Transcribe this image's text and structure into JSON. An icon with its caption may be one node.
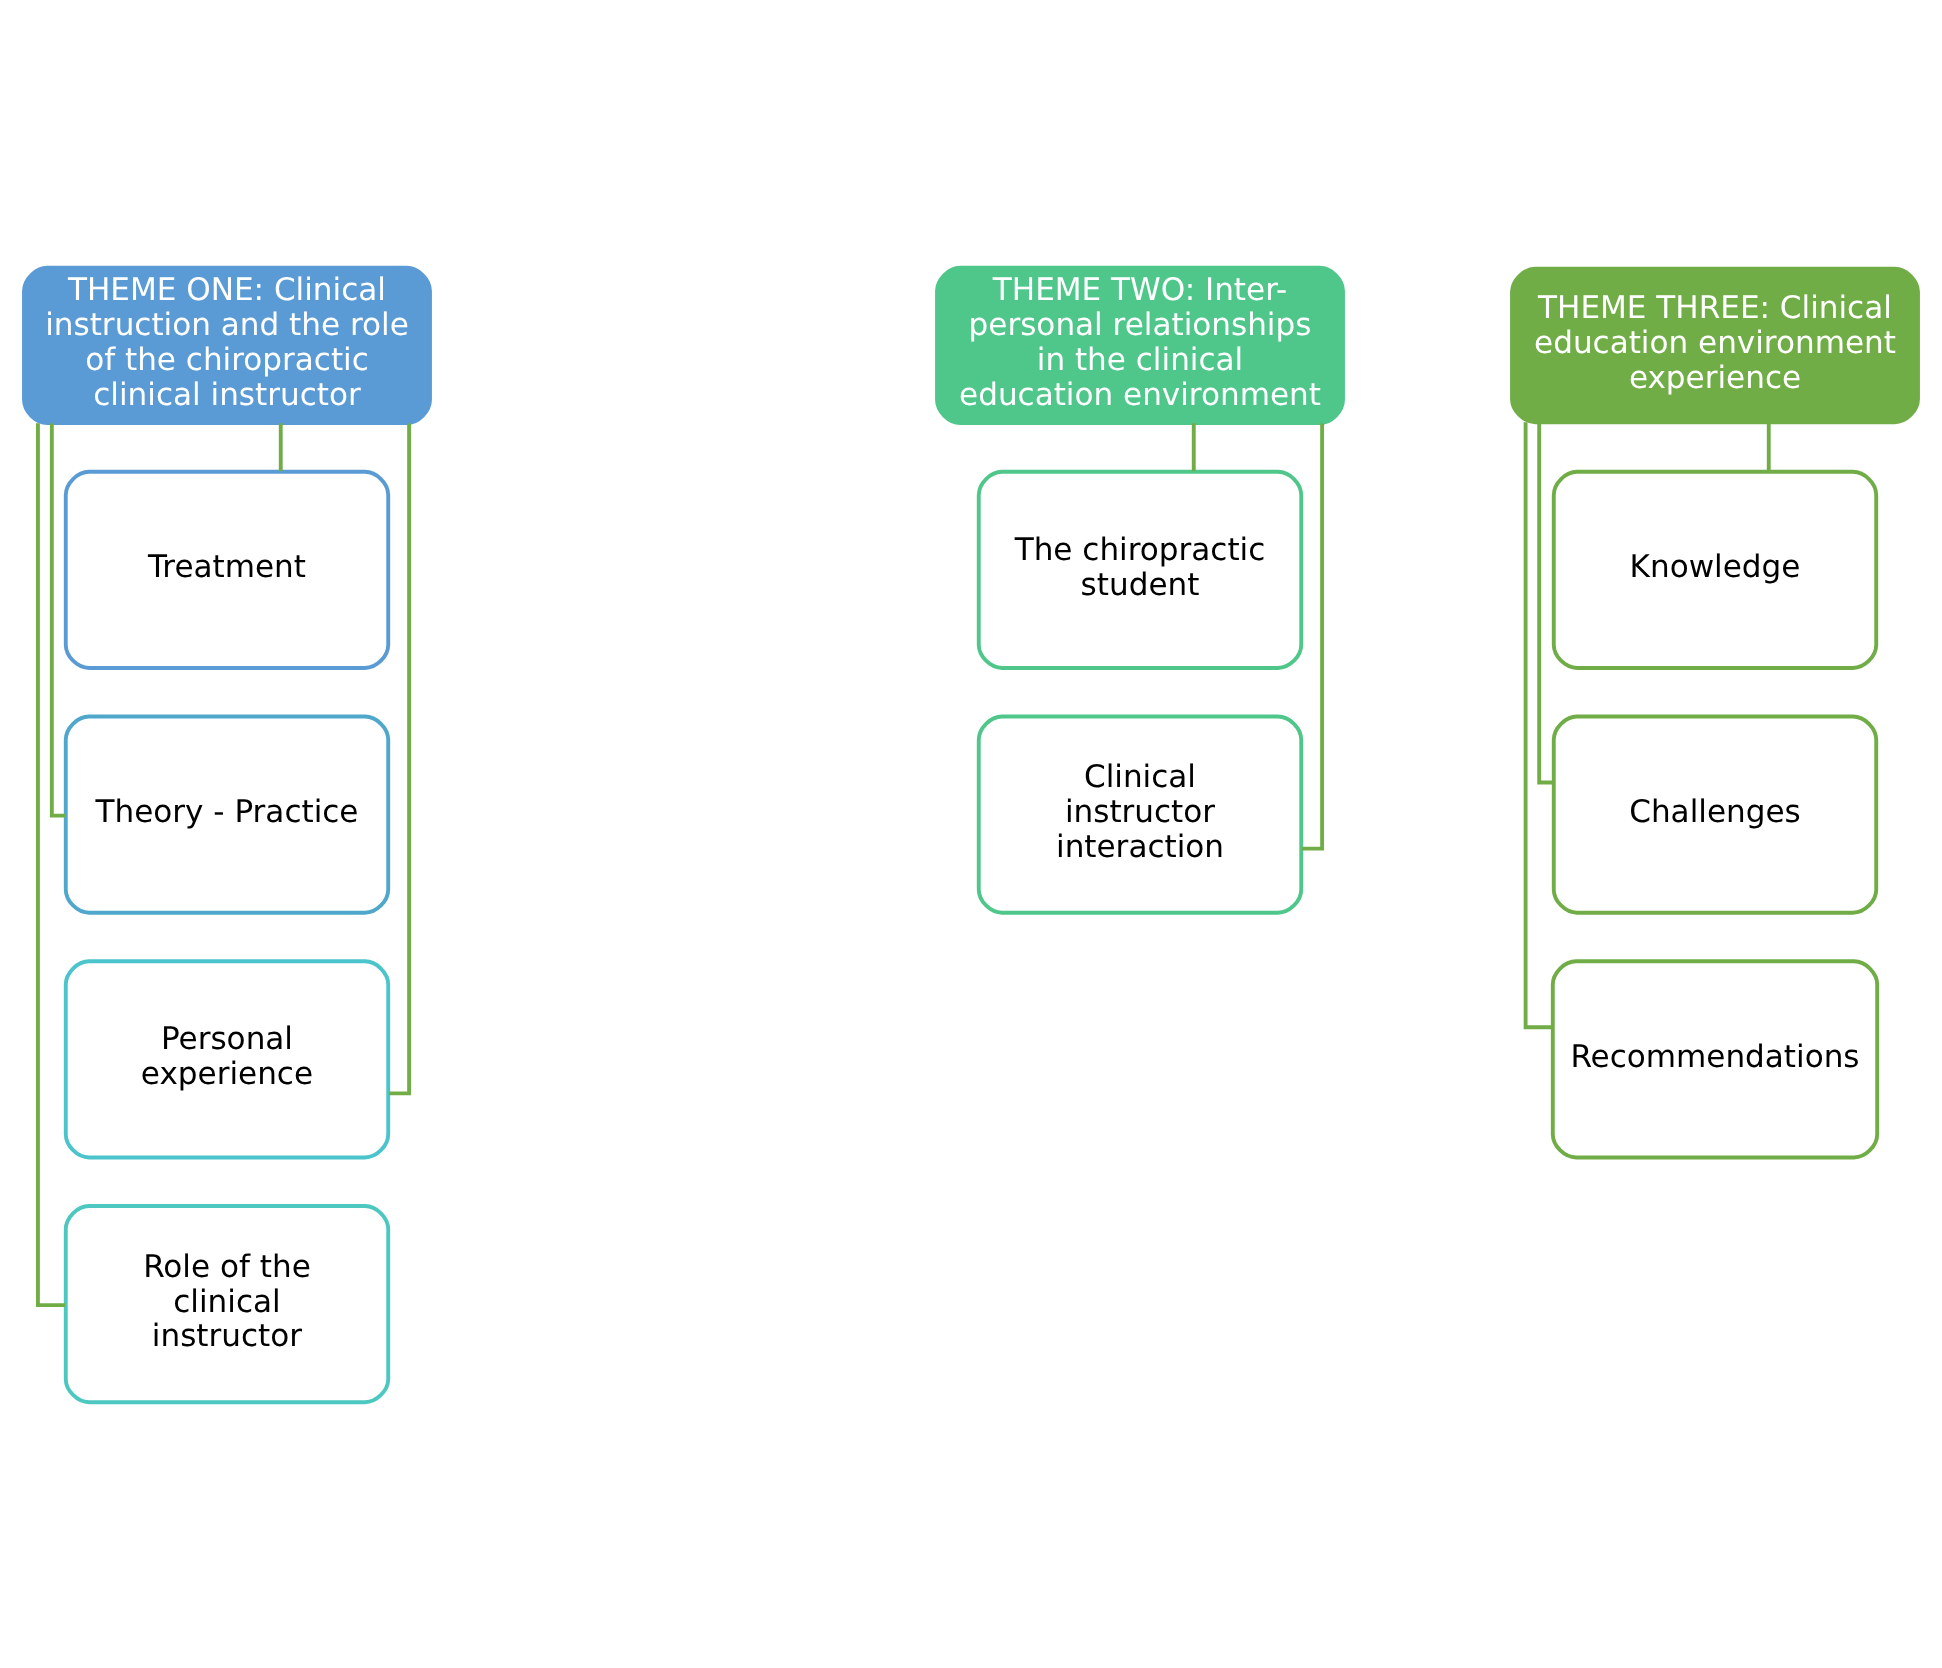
{
  "diagram": {
    "nodes": [
      {
        "text": [
          "THEME ONE: Clinical instruction and the role of the chiropractic clinical instructor"
        ]
      },
      {
        "text": [
          "Treatment"
        ]
      },
      {
        "text": [
          "Theory - Practice"
        ]
      },
      {
        "text": [
          "Personal experience"
        ]
      },
      {
        "text": [
          "Role of the clinical instructor"
        ]
      },
      {
        "text": [
          "THEME TWO: Inter-personal relationships in the clinical education environment"
        ]
      },
      {
        "text": [
          "The chiropractic student"
        ]
      },
      {
        "text": [
          "Clinical instructor interaction"
        ]
      },
      {
        "text": [
          "THEME THREE: Clinical education environment experience"
        ]
      },
      {
        "text": [
          "Knowledge"
        ]
      },
      {
        "text": [
          "Challenges"
        ]
      },
      {
        "text": [
          "Recommendations"
        ]
      }
    ],
    "edges": [
      {
        "from": 0,
        "to": 1,
        "arrow": "none"
      },
      {
        "from": 0,
        "to": 2,
        "arrow": "none"
      },
      {
        "from": 0,
        "to": 3,
        "arrow": "none"
      },
      {
        "from": 0,
        "to": 4,
        "arrow": "none"
      },
      {
        "from": 5,
        "to": 6,
        "arrow": "none"
      },
      {
        "from": 5,
        "to": 7,
        "arrow": "none"
      },
      {
        "from": 8,
        "to": 9,
        "arrow": "none"
      },
      {
        "from": 8,
        "to": 10,
        "arrow": "none"
      },
      {
        "from": 8,
        "to": 11,
        "arrow": "none"
      }
    ]
  }
}
